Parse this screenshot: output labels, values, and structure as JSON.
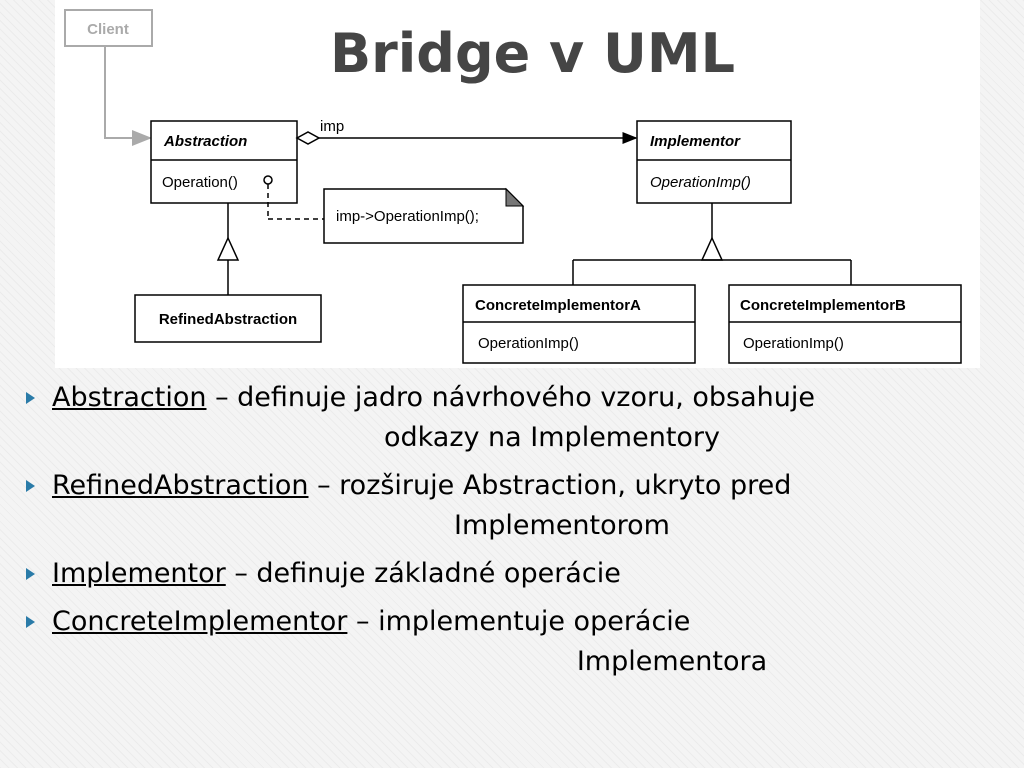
{
  "title": "Bridge v UML",
  "diagram": {
    "client": "Client",
    "abstraction": {
      "name": "Abstraction",
      "method": "Operation()"
    },
    "association_label": "imp",
    "note": "imp->OperationImp();",
    "refined_abstraction": {
      "name": "RefinedAbstraction"
    },
    "implementor": {
      "name": "Implementor",
      "method": "OperationImp()"
    },
    "concrete_a": {
      "name": "ConcreteImplementorA",
      "method": "OperationImp()"
    },
    "concrete_b": {
      "name": "ConcreteImplementorB",
      "method": "OperationImp()"
    }
  },
  "bullets": [
    {
      "term": "Abstraction",
      "text": " – definuje jadro návrhového vzoru, obsahuje",
      "cont": "odkazy na Implementory"
    },
    {
      "term": "RefinedAbstraction",
      "text": " – rozširuje Abstraction, ukryto pred",
      "cont": "Implementorom"
    },
    {
      "term": "Implementor",
      "text": " – definuje základné operácie",
      "cont": ""
    },
    {
      "term": "ConcreteImplementor",
      "text": " – implementuje operácie",
      "cont": "Implementora"
    }
  ],
  "colors": {
    "bullet_arrow": "#2a7ba8",
    "title": "#454545",
    "client_gray": "#aaaaaa"
  }
}
